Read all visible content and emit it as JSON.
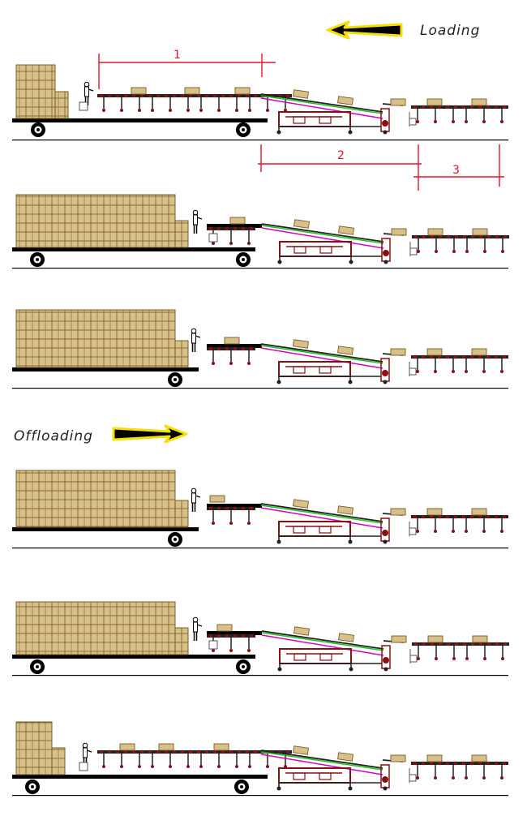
{
  "labels": {
    "loading": "Loading",
    "offloading": "Offloading"
  },
  "dimensions": [
    "1",
    "2",
    "3"
  ],
  "colors": {
    "box_fill": "#d8c08a",
    "box_line": "#7a5c22",
    "dimension": "#e8102a",
    "frame": "#8a1010",
    "magenta": "#d800c8",
    "green": "#20c020",
    "arrow_yellow": "#f5e000",
    "ink": "#000000"
  },
  "scenes": [
    {
      "name": "scene-1-loading-start",
      "stack_cols": 4,
      "stack_rows": 6,
      "stack_steps": [
        [
          4,
          2
        ],
        [
          6,
          4
        ]
      ],
      "feeder_length": "long"
    },
    {
      "name": "scene-2-loading-mid",
      "stack_cols": 12,
      "stack_rows": 6,
      "feeder_length": "short"
    },
    {
      "name": "scene-3-loading-full",
      "stack_cols": 12,
      "stack_rows": 7,
      "feeder_length": "short"
    },
    {
      "name": "scene-4-offloading-full",
      "stack_cols": 12,
      "stack_rows": 7,
      "feeder_length": "short"
    },
    {
      "name": "scene-5-offloading-mid",
      "stack_cols": 12,
      "stack_rows": 6,
      "feeder_length": "short"
    },
    {
      "name": "scene-6-offloading-end",
      "stack_cols": 4,
      "stack_rows": 6,
      "feeder_length": "long"
    }
  ]
}
